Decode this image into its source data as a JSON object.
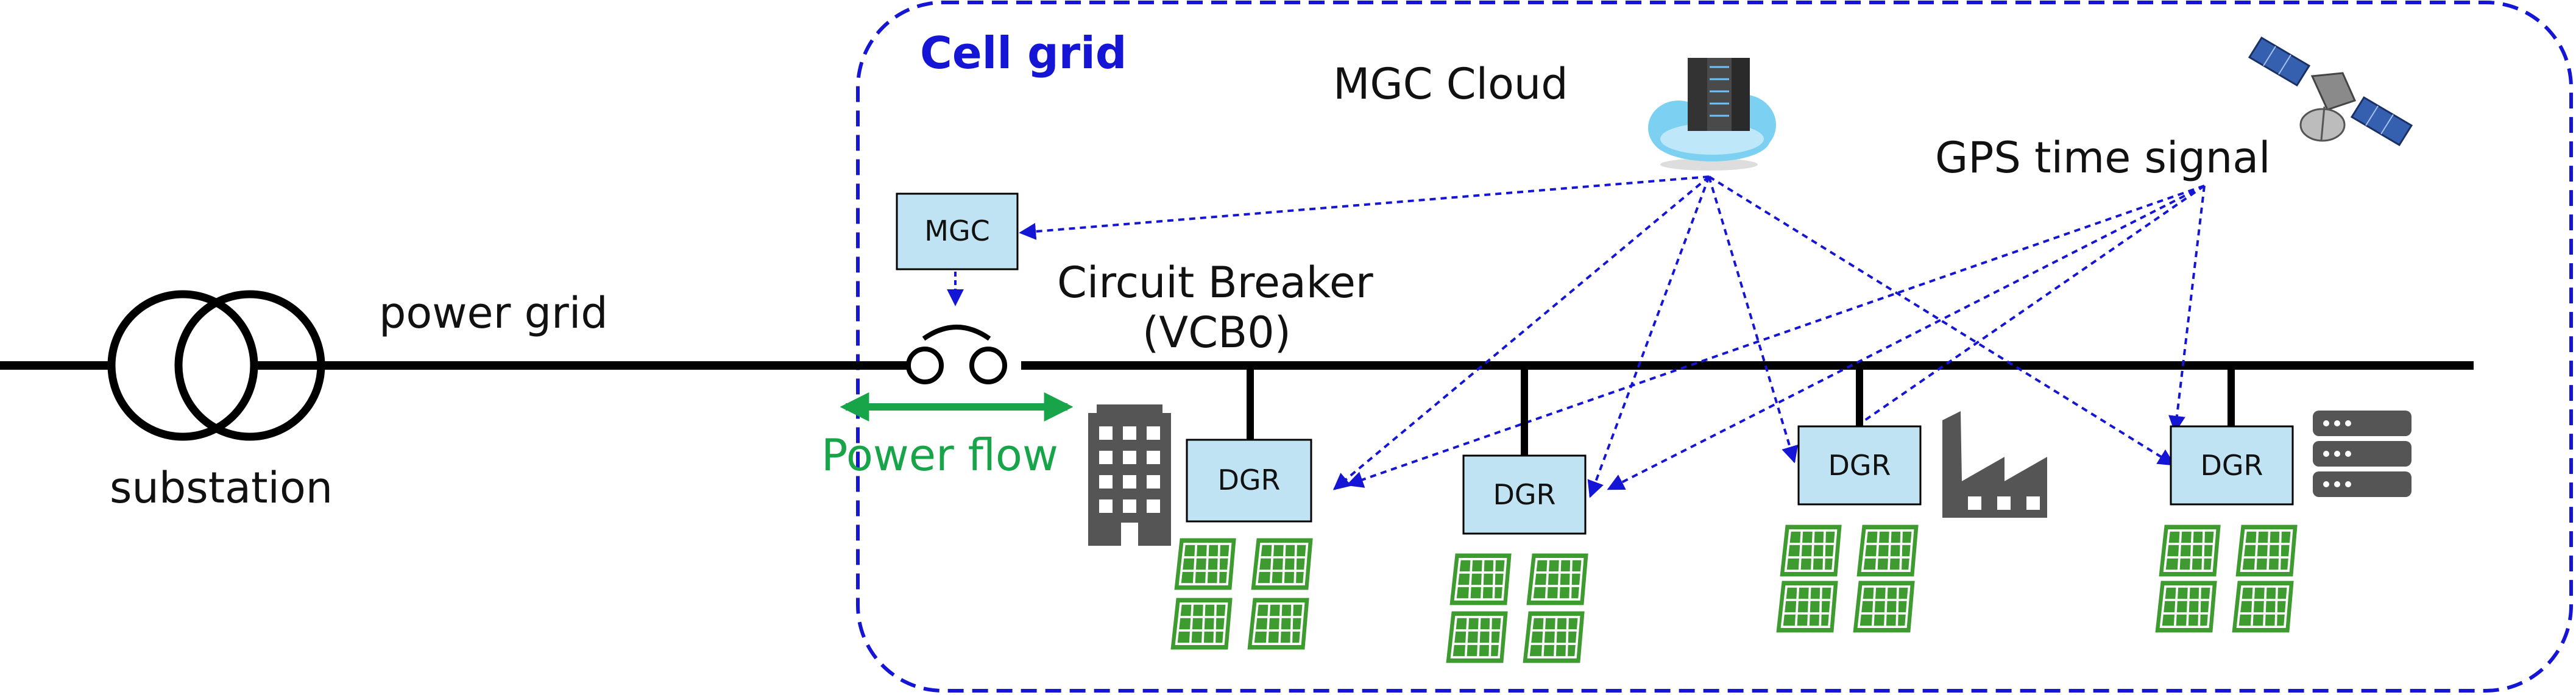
{
  "diagram": {
    "labels": {
      "cell_grid": "Cell grid",
      "mgc_cloud": "MGC Cloud",
      "gps_signal": "GPS time signal",
      "mgc_box": "MGC",
      "circuit_breaker_line1": "Circuit Breaker",
      "circuit_breaker_line2": "(VCB0)",
      "power_grid": "power grid",
      "substation": "substation",
      "power_flow": "Power flow",
      "dgr": "DGR"
    },
    "icons": [
      "cloud-server-icon",
      "satellite-icon",
      "transformer-icon",
      "building-icon",
      "factory-icon",
      "server-rack-icon",
      "solar-panel-icon"
    ],
    "colors": {
      "cell_boundary": "#1515d6",
      "signal_arrows": "#1515d6",
      "power_flow": "#18a54a",
      "box_fill": "#bfe3f3",
      "solar_panel": "#3d9b2f",
      "icon_gray": "#555555",
      "line": "#000000"
    }
  }
}
